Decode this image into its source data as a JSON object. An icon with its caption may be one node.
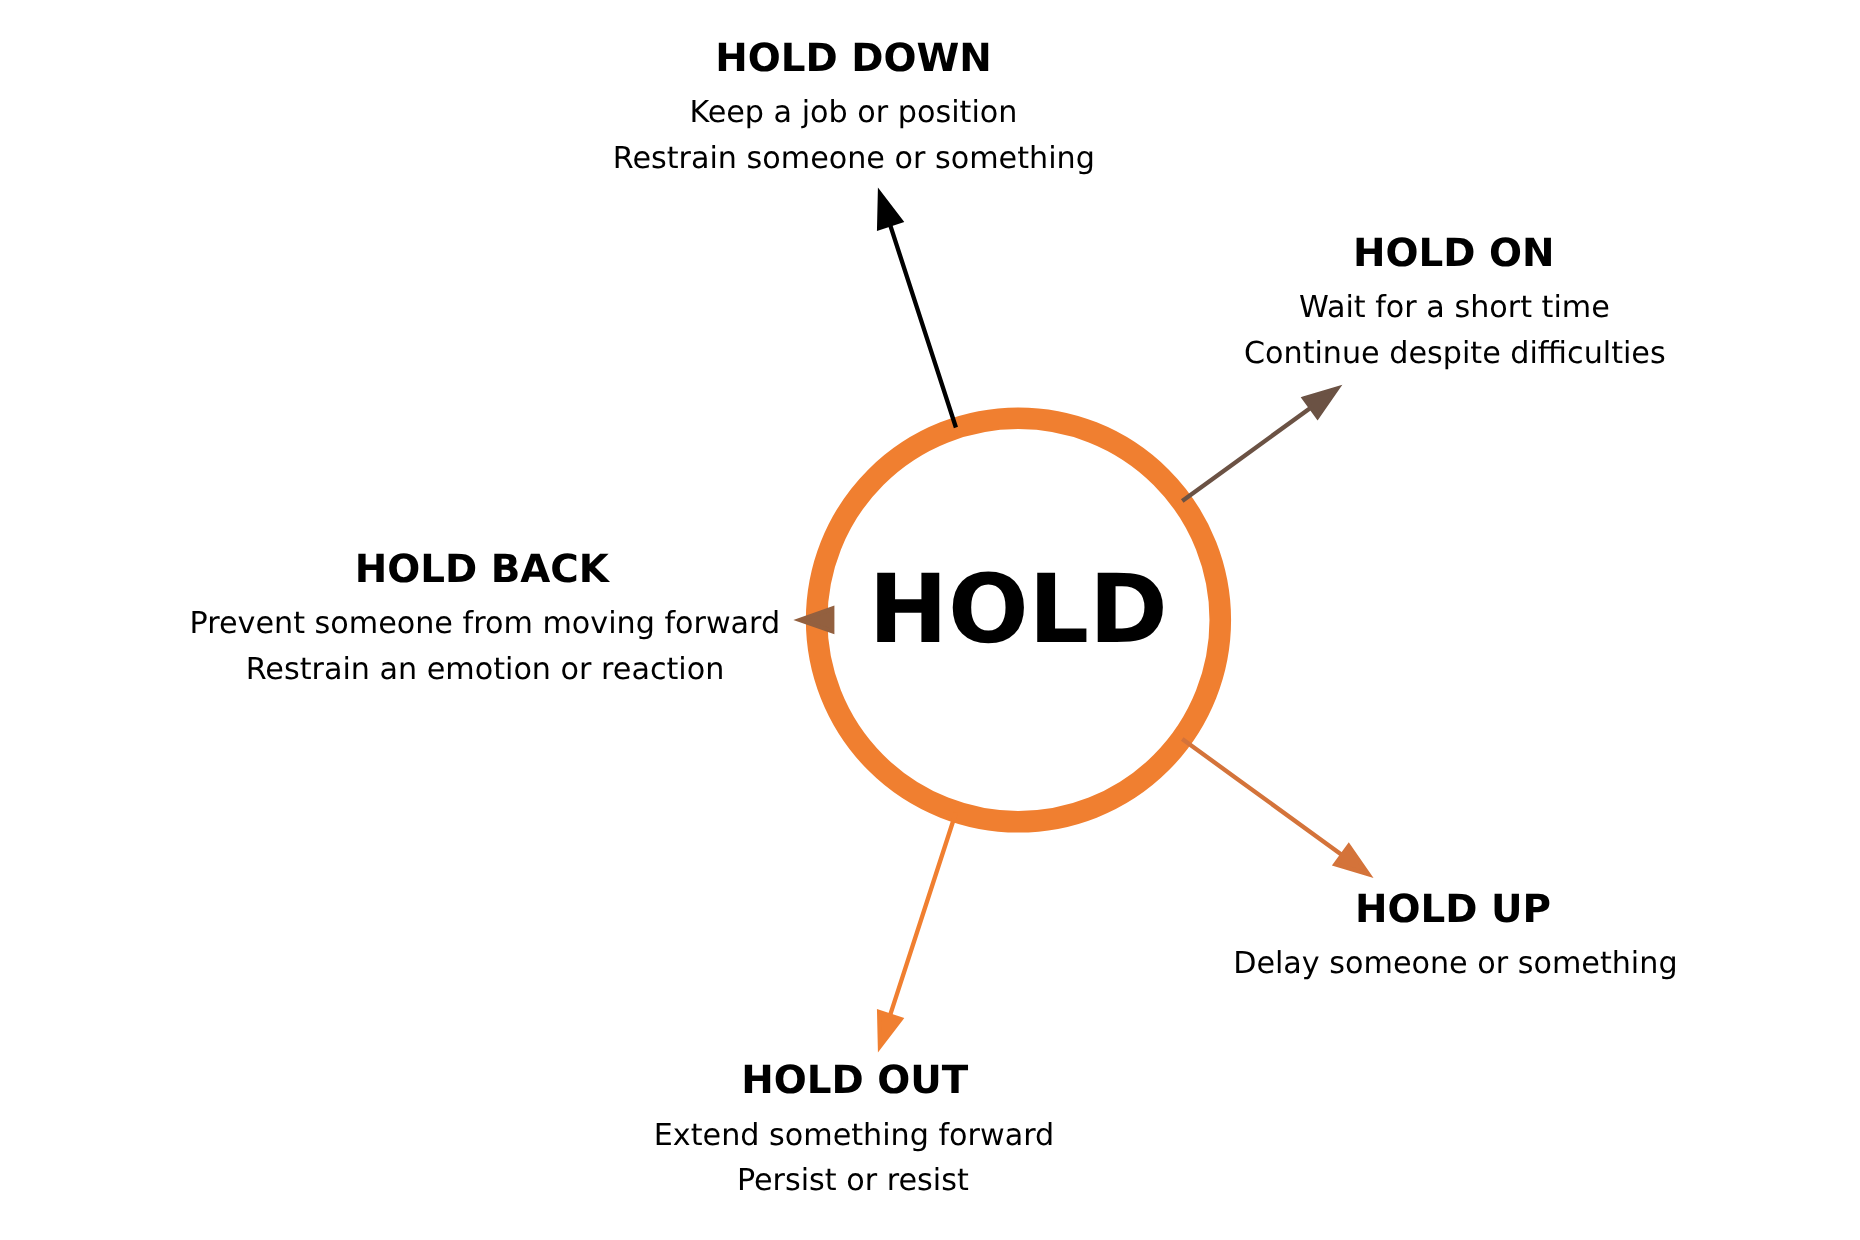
{
  "diagram": {
    "nodes": [
      {
        "text": [
          "HOLD"
        ]
      },
      {
        "text": [
          "HOLD ON",
          "Wait for a short time",
          "Continue despite difficulties"
        ]
      },
      {
        "text": [
          "HOLD DOWN",
          "Keep a job or position",
          "Restrain someone or something"
        ]
      },
      {
        "text": [
          "HOLD BACK",
          "Prevent someone from moving forward",
          "Restrain an emotion or reaction"
        ]
      },
      {
        "text": [
          "HOLD OUT",
          "Extend something forward",
          "Persist or resist"
        ]
      },
      {
        "text": [
          "HOLD UP",
          "Delay someone or something"
        ]
      }
    ],
    "edges": [
      {
        "from": 0,
        "to": 1,
        "arrow": "to",
        "color": "#6b5244"
      },
      {
        "from": 0,
        "to": 3,
        "arrow": "to",
        "color": "#93603f"
      },
      {
        "from": 0,
        "to": 5,
        "arrow": "to",
        "color": "#d4733a"
      },
      {
        "from": 0,
        "to": 4,
        "arrow": "to",
        "color": "#f07f30"
      },
      {
        "from": 0,
        "to": 2,
        "arrow": "to",
        "color": "#000000"
      }
    ]
  }
}
